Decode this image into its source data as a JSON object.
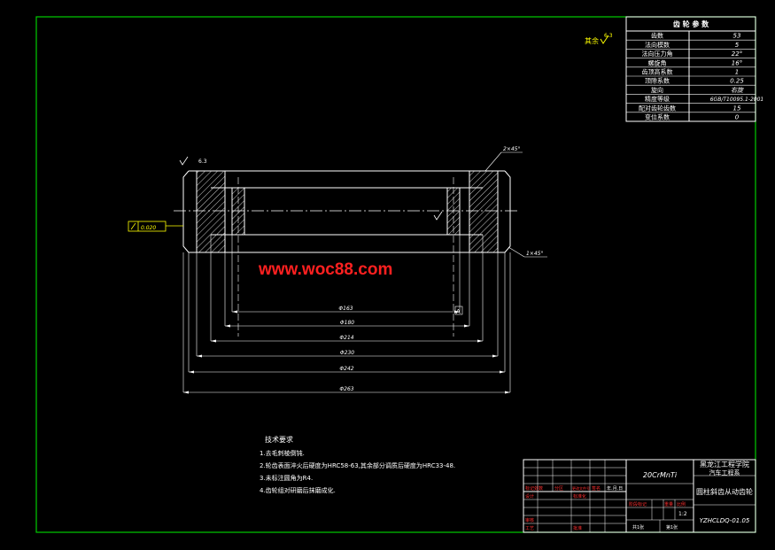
{
  "watermark": "www.woc88.com",
  "roughness": {
    "label": "其余",
    "value": "6.3"
  },
  "params_table": {
    "title": "齿 轮 参 数",
    "rows": [
      {
        "name": "齿数",
        "value": "53"
      },
      {
        "name": "法向模数",
        "value": "5"
      },
      {
        "name": "法向压力角",
        "value": "22°"
      },
      {
        "name": "螺旋角",
        "value": "16°"
      },
      {
        "name": "齿顶高系数",
        "value": "1"
      },
      {
        "name": "顶隙系数",
        "value": "0.25"
      },
      {
        "name": "旋向",
        "value": "右旋"
      },
      {
        "name": "精度等级",
        "value": "6GB/T10095.1-2001"
      },
      {
        "name": "配对齿轮齿数",
        "value": "15"
      },
      {
        "name": "变位系数",
        "value": "0"
      }
    ]
  },
  "annotations": {
    "chamfer_top": "2×45°",
    "chamfer_bottom": "1×45°",
    "runout": "0.020",
    "datum": "A",
    "roughness_small": "6.3"
  },
  "dimensions": [
    "Φ163",
    "Φ180",
    "Φ214",
    "Φ230",
    "Φ242",
    "Φ263"
  ],
  "tech_req": {
    "title": "技术要求",
    "items": [
      "1.去毛刺棱倒钝.",
      "2.轮齿表面淬火后硬度为HRC58-63,其余部分调质后硬度为HRC33-48.",
      "3.未标注圆角为R4.",
      "4.齿轮组对研磨后抹磨成化."
    ]
  },
  "title_block": {
    "material": "20CrMnTi",
    "school_line1": "黑龙江工程学院",
    "school_line2": "汽车工程系",
    "part_name": "圆柱斜齿从动齿轮",
    "drawing_no": "YZHCLDQ-01.05",
    "scale": "1:2",
    "sheet_total": "共1张",
    "sheet_no": "第1张",
    "labels": {
      "marker": "标记处数",
      "zone": "分区",
      "change_no": "更改文件号",
      "sign": "签名",
      "date": "年.月.日",
      "design": "设计",
      "standard": "标准化",
      "stage": "阶段标记",
      "weight": "重量",
      "scale_label": "比例",
      "check": "审核",
      "process": "工艺",
      "approve": "批准"
    }
  }
}
